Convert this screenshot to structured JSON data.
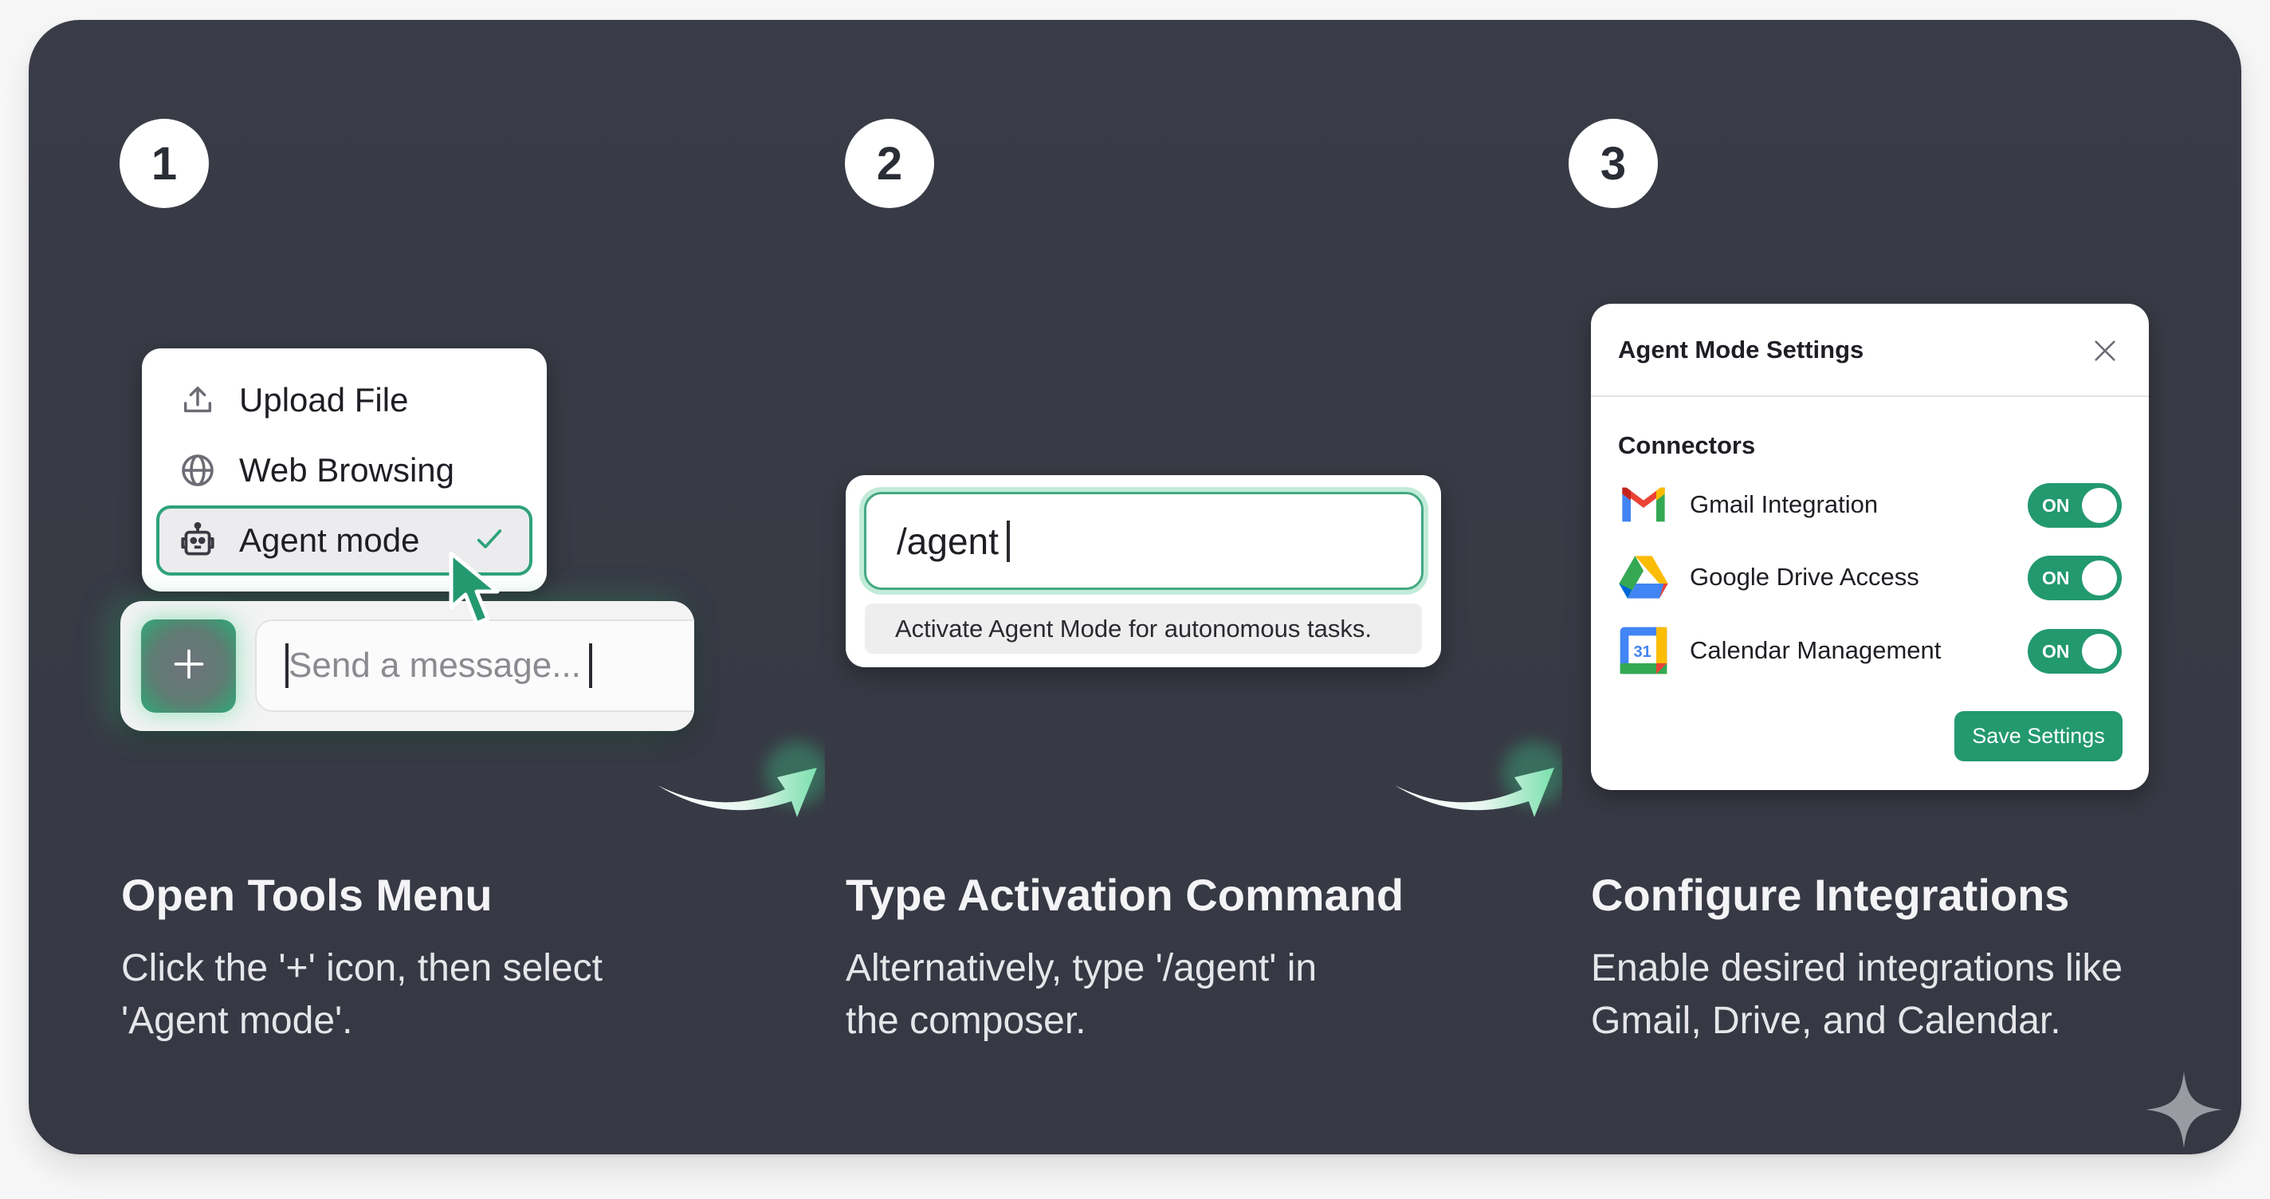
{
  "steps": [
    {
      "number": "1",
      "title": "Open Tools Menu",
      "description_line1": "Click the '+' icon, then select",
      "description_line2": "'Agent mode'."
    },
    {
      "number": "2",
      "title": "Type Activation Command",
      "description_line1": "Alternatively, type '/agent' in",
      "description_line2": "the composer."
    },
    {
      "number": "3",
      "title": "Configure Integrations",
      "description_line1": "Enable desired integrations like",
      "description_line2": "Gmail, Drive, and Calendar."
    }
  ],
  "tools_menu": {
    "items": [
      {
        "label": "Upload File",
        "icon": "upload-icon",
        "selected": false
      },
      {
        "label": "Web Browsing",
        "icon": "globe-icon",
        "selected": false
      },
      {
        "label": "Agent mode",
        "icon": "robot-icon",
        "selected": true
      }
    ]
  },
  "composer": {
    "plus_label": "+",
    "placeholder": "Send a message..."
  },
  "command": {
    "input_value": "/agent",
    "hint": "Activate Agent Mode for autonomous tasks."
  },
  "settings_dialog": {
    "title": "Agent Mode Settings",
    "section_label": "Connectors",
    "connectors": [
      {
        "label": "Gmail Integration",
        "icon": "gmail-icon",
        "state": "ON"
      },
      {
        "label": "Google Drive Access",
        "icon": "google-drive-icon",
        "state": "ON"
      },
      {
        "label": "Calendar Management",
        "icon": "google-calendar-icon",
        "state": "ON",
        "icon_text": "31"
      }
    ],
    "save_label": "Save Settings"
  },
  "colors": {
    "background": "#383a45",
    "accent_green": "#23996f",
    "selected_border": "#2fa27a",
    "card": "#ffffff"
  }
}
